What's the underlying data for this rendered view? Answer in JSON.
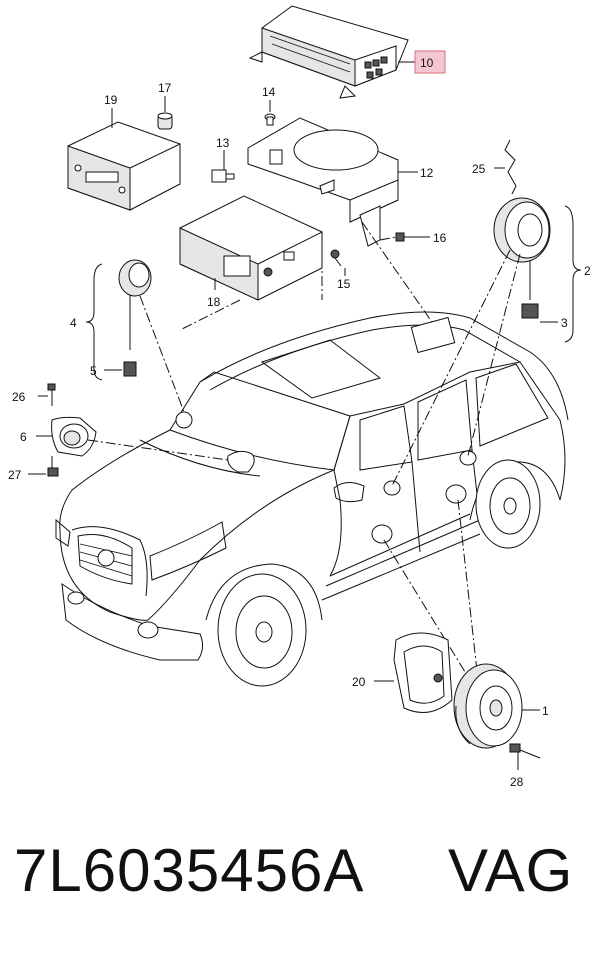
{
  "part_number": "7L6035456A",
  "brand": "VAG",
  "highlight_color": "#f4c7cf",
  "highlight_border": "#d9707f",
  "callouts": {
    "c1": "1",
    "c2": "2",
    "c3": "3",
    "c4": "4",
    "c5": "5",
    "c6": "6",
    "c10": "10",
    "c12": "12",
    "c13": "13",
    "c14": "14",
    "c15": "15",
    "c16": "16",
    "c17": "17",
    "c18": "18",
    "c19": "19",
    "c20": "20",
    "c25": "25",
    "c26": "26",
    "c27": "27",
    "c28": "28"
  }
}
